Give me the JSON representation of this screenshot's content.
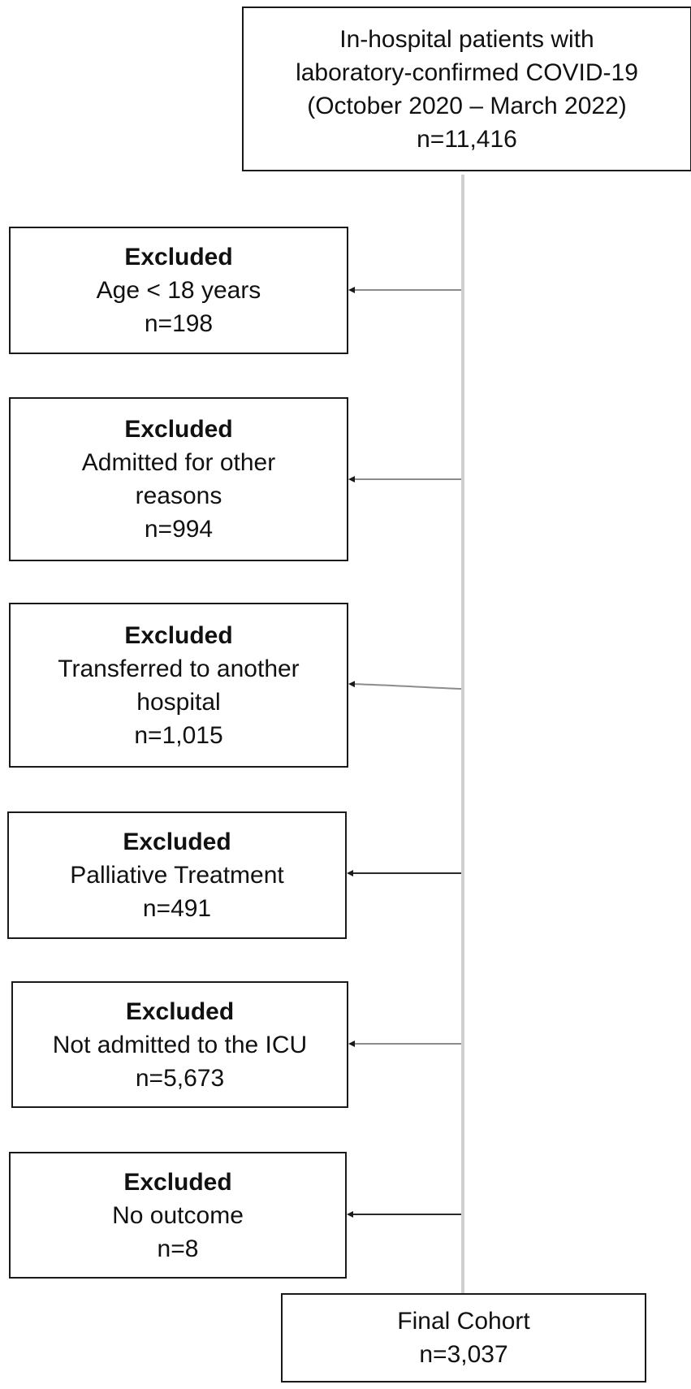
{
  "diagram": {
    "start": {
      "lines": [
        "In-hospital patients with",
        "laboratory-confirmed COVID-19",
        "(October 2020 – March 2022)",
        "n=11,416"
      ]
    },
    "exclusions": [
      {
        "heading": "Excluded",
        "reason_lines": [
          "Age < 18 years"
        ],
        "count": "n=198"
      },
      {
        "heading": "Excluded",
        "reason_lines": [
          "Admitted for other",
          "reasons"
        ],
        "count": "n=994"
      },
      {
        "heading": "Excluded",
        "reason_lines": [
          "Transferred to another",
          "hospital"
        ],
        "count": "n=1,015"
      },
      {
        "heading": "Excluded",
        "reason_lines": [
          "Palliative Treatment"
        ],
        "count": "n=491"
      },
      {
        "heading": "Excluded",
        "reason_lines": [
          "Not admitted to the ICU"
        ],
        "count": "n=5,673"
      },
      {
        "heading": "Excluded",
        "reason_lines": [
          "No outcome"
        ],
        "count": "n=8"
      }
    ],
    "final": {
      "lines": [
        "Final Cohort",
        "n=3,037"
      ]
    },
    "colors": {
      "trunk_line": "#cfcfcf",
      "arrow_line": "#8c8c8c",
      "box_border": "#1a1a1a"
    }
  }
}
